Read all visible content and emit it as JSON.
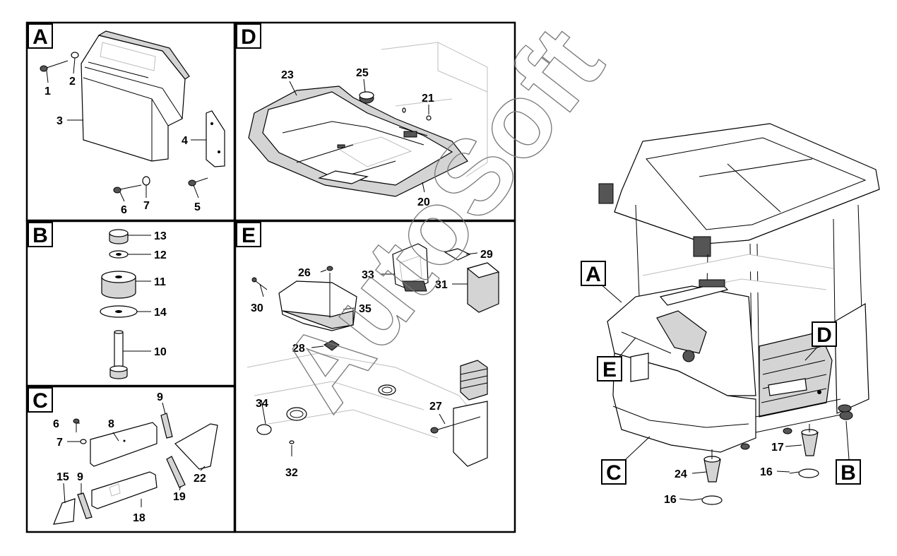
{
  "panels": {
    "A": {
      "label": "A",
      "callouts": [
        "1",
        "2",
        "3",
        "4",
        "5",
        "6",
        "7"
      ]
    },
    "B": {
      "label": "B",
      "callouts": [
        "13",
        "12",
        "11",
        "14",
        "10"
      ]
    },
    "C": {
      "label": "C",
      "callouts": [
        "6",
        "7",
        "8",
        "9",
        "9",
        "15",
        "18",
        "19",
        "22"
      ]
    },
    "D": {
      "label": "D",
      "callouts": [
        "23",
        "25",
        "21",
        "20"
      ]
    },
    "E": {
      "label": "E",
      "callouts": [
        "26",
        "33",
        "29",
        "31",
        "30",
        "35",
        "28",
        "34",
        "27",
        "32"
      ]
    }
  },
  "overview": {
    "markers": [
      "A",
      "E",
      "D",
      "C",
      "B"
    ],
    "callouts": [
      "17",
      "16",
      "24",
      "16"
    ]
  },
  "watermark": "AutoSoft"
}
